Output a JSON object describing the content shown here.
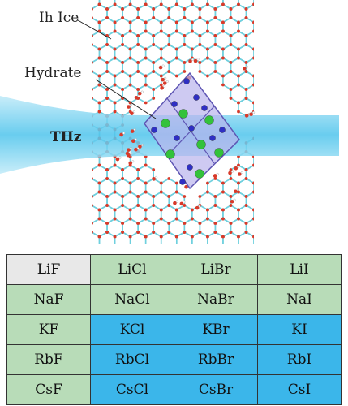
{
  "figure": {
    "labels": {
      "ice": "Ih Ice",
      "hydrate": "Hydrate",
      "beam": "THz"
    },
    "colors": {
      "ice_bond": "#6fd0de",
      "oxygen": "#d83a2a",
      "beam": "#7fd6f0",
      "crystal_fill": "#b9b4ec",
      "crystal_edge": "#5e55b3",
      "cation": "#2f2fc4",
      "anion": "#33c23a"
    }
  },
  "table": {
    "rows": [
      [
        "LiF",
        "LiCl",
        "LiBr",
        "LiI"
      ],
      [
        "NaF",
        "NaCl",
        "NaBr",
        "NaI"
      ],
      [
        "KF",
        "KCl",
        "KBr",
        "KI"
      ],
      [
        "RbF",
        "RbCl",
        "RbBr",
        "RbI"
      ],
      [
        "CsF",
        "CsCl",
        "CsBr",
        "CsI"
      ]
    ],
    "cell_colors": [
      [
        "#e8e8e8",
        "#b8dcb8",
        "#b8dcb8",
        "#b8dcb8"
      ],
      [
        "#b8dcb8",
        "#b8dcb8",
        "#b8dcb8",
        "#b8dcb8"
      ],
      [
        "#b8dcb8",
        "#3bb6ea",
        "#3bb6ea",
        "#3bb6ea"
      ],
      [
        "#b8dcb8",
        "#3bb6ea",
        "#3bb6ea",
        "#3bb6ea"
      ],
      [
        "#b8dcb8",
        "#3bb6ea",
        "#3bb6ea",
        "#3bb6ea"
      ]
    ]
  }
}
